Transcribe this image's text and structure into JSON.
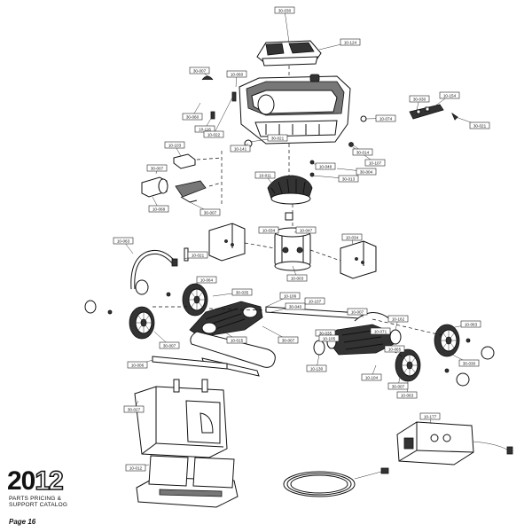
{
  "diagram": {
    "callouts": {
      "c01": "30-030",
      "c02": "10-124",
      "c03": "30-007",
      "c04": "10-060",
      "c05": "30-030",
      "c06": "10-154",
      "c07": "10-074",
      "c08": "30-021",
      "c09": "10-116",
      "c10": "30-060",
      "c11": "10-022",
      "c12": "30-021",
      "c13": "10-103",
      "c14": "10-107",
      "c15": "30-014",
      "c16": "10-048",
      "c17": "30-004",
      "c18": "30-013",
      "c19": "10-141",
      "c20": "30-007",
      "c21": "10-068",
      "c22": "30-007",
      "c23": "10-011",
      "c24": "10-034",
      "c25": "10-034",
      "c26": "10-047",
      "c27": "10-021",
      "c28": "10-063",
      "c29": "10-003",
      "c30": "30-035",
      "c31": "10-106",
      "c32": "10-107",
      "c33": "10-064",
      "c34": "10-007",
      "c35": "30-040",
      "c36": "10-162",
      "c37": "30-035",
      "c38": "10-063",
      "c39": "30-030",
      "c40": "10-071",
      "c41": "30-007",
      "c42": "10-015",
      "c43": "10-105",
      "c44": "30-007",
      "c45": "10-130",
      "c46": "10-063",
      "c47": "10-065",
      "c48": "10-104",
      "c49": "30-007",
      "c50": "10-006",
      "c51": "30-027",
      "c52": "10-177",
      "c53": "10-012"
    }
  },
  "footer": {
    "year_a": "20",
    "year_b": "12",
    "catalog_line1": "PARTS PRICING &",
    "catalog_line2": "SUPPORT CATALOG",
    "page": "Page 16"
  }
}
